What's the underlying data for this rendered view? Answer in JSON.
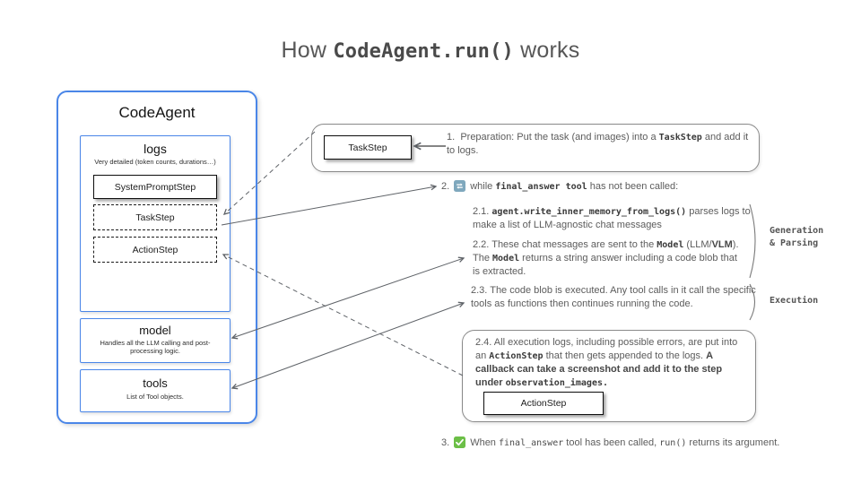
{
  "title": {
    "pre": "How ",
    "code": "CodeAgent.run()",
    "post": " works"
  },
  "agent": {
    "title": "CodeAgent",
    "logs": {
      "title": "logs",
      "subtitle": "Very detailed (token counts, durations…)",
      "items": [
        {
          "label": "SystemPromptStep",
          "style": "solid"
        },
        {
          "label": "TaskStep",
          "style": "dashed"
        },
        {
          "label": "ActionStep",
          "style": "dashed"
        }
      ]
    },
    "model": {
      "title": "model",
      "subtitle": "Handles all the LLM calling and post-processing logic."
    },
    "tools": {
      "title": "tools",
      "subtitle": "List of Tool objects."
    }
  },
  "steps": {
    "s1": {
      "num": "1.",
      "chip": "TaskStep",
      "t1": "Preparation: Put the task (and images) into a ",
      "c1": "TaskStep",
      "t2": " and add it to logs."
    },
    "s2": {
      "num": "2.",
      "icon": "repeat-icon",
      "t1": "while ",
      "c1": "final_answer tool",
      "t2": " has not been called:"
    },
    "s21": {
      "num": "2.1. ",
      "c1": "agent.write_inner_memory_from_logs()",
      "t1": " parses logs to make a list of LLM-agnostic chat messages"
    },
    "s22": {
      "num": "2.2. ",
      "t1": "These chat messages are sent to the ",
      "c1": "Model",
      "t2": " (LLM/",
      "b1": "VLM",
      "t3": "). The ",
      "c2": "Model",
      "t4": "  returns a string answer including a code blob that is extracted."
    },
    "s23": {
      "num": "2.3. ",
      "t1": "The code blob is executed. Any tool calls in it call the specific tools as functions then continues running the code."
    },
    "s24": {
      "num": "2.4. ",
      "chip": "ActionStep",
      "t1": "All execution logs, including possible errors, are put into an ",
      "c1": "ActionStep",
      "t2": " that then gets appended to the logs. ",
      "b1": "A callback can  take a screenshot and add it to the step under ",
      "c2": "observation_images."
    },
    "s3": {
      "num": "3.",
      "icon": "check-icon",
      "t1": "When ",
      "c1": "final_answer",
      "t2": " tool has been called, ",
      "c2": "run()",
      "t3": " returns its argument."
    }
  },
  "side_labels": {
    "gen1": "Generation",
    "gen2": "& Parsing",
    "exec": "Execution"
  },
  "colors": {
    "accent_blue": "#4a86e8",
    "repeat_icon_bg": "#7fa8bd",
    "check_icon_bg": "#6cbf47",
    "connector_gray": "#5f6368"
  }
}
